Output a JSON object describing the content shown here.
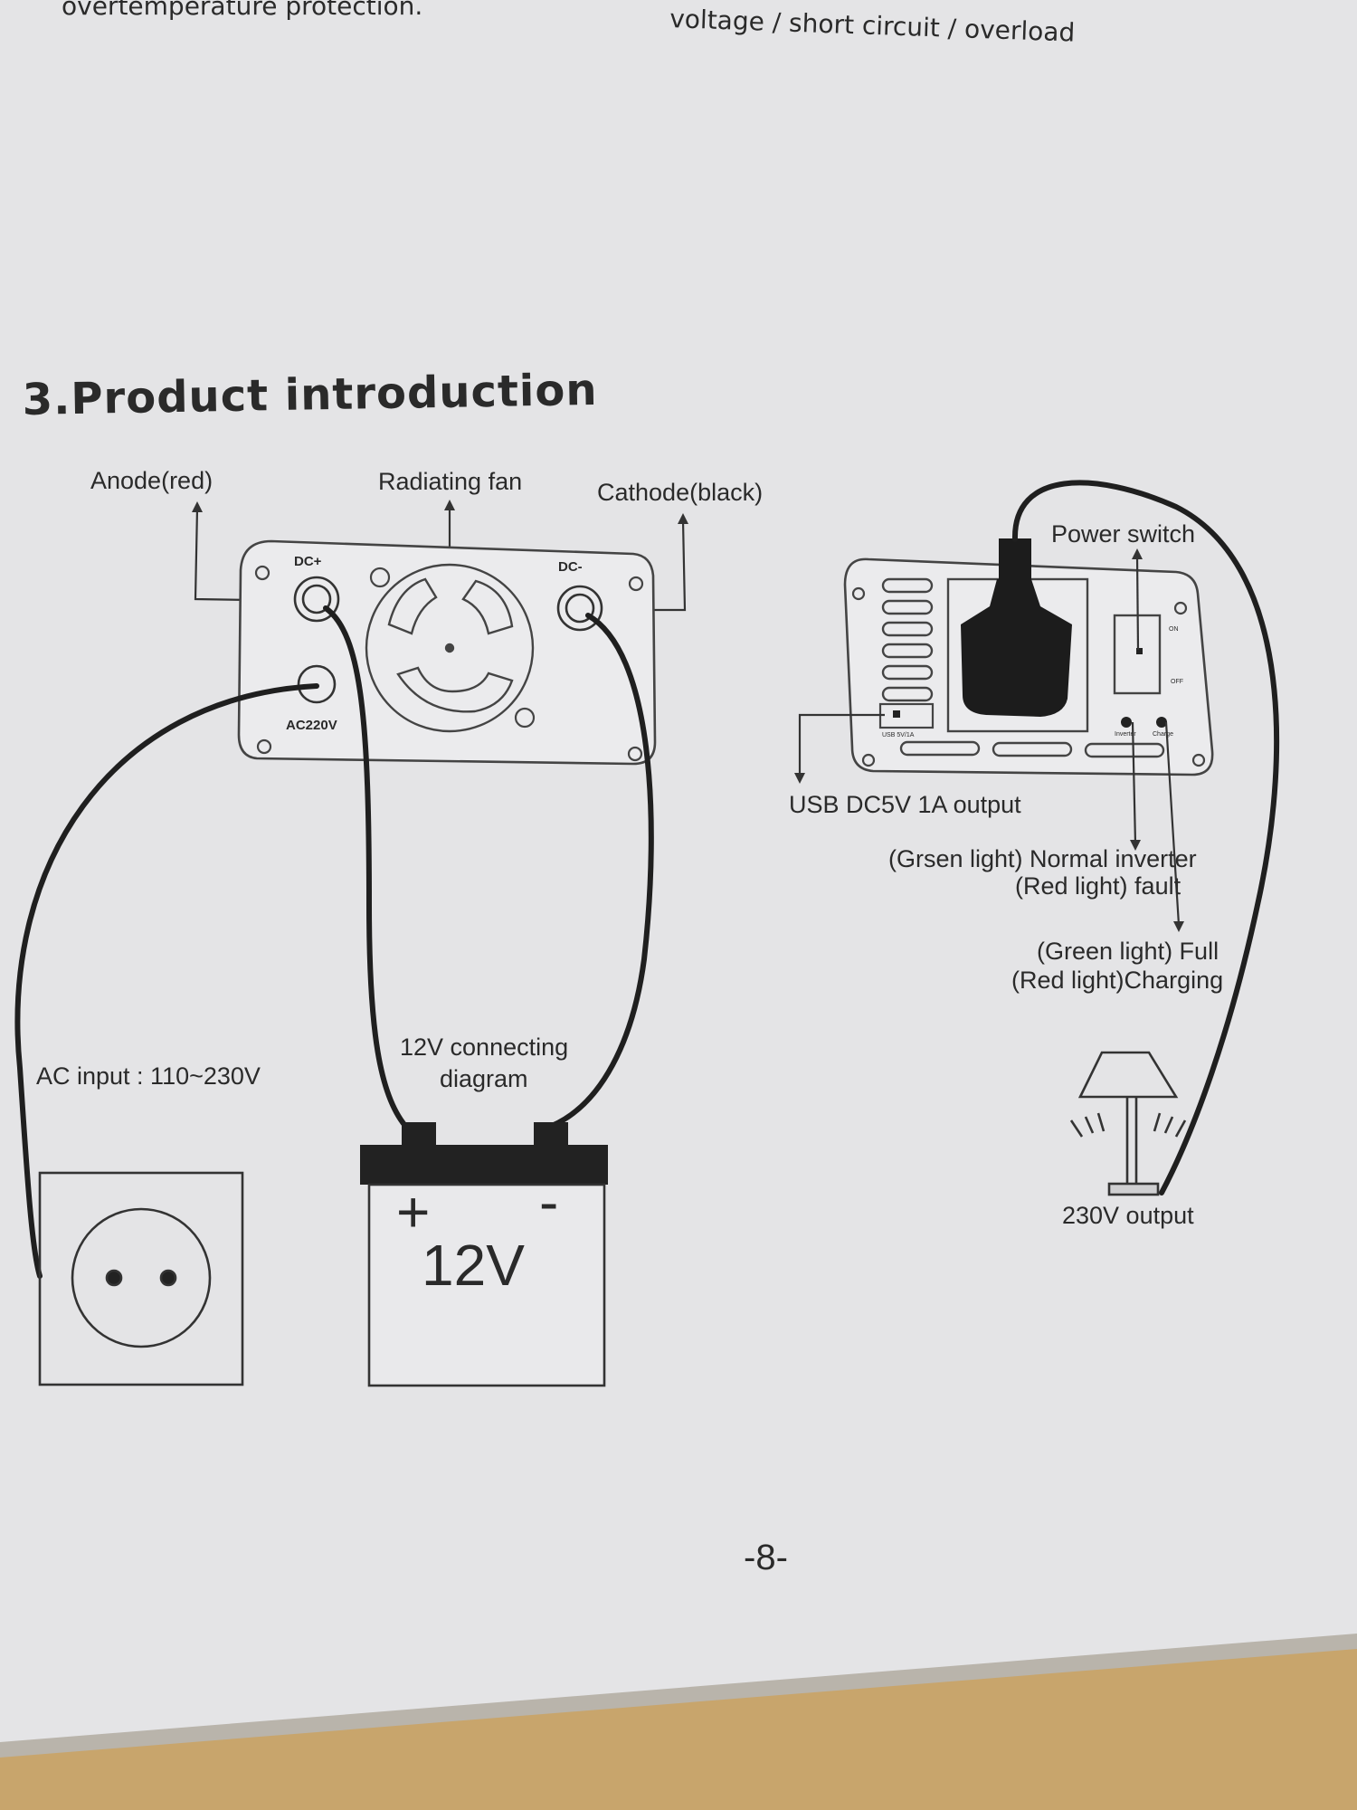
{
  "page": {
    "top_left_text": "overtemperature protection.",
    "top_right_text": "voltage / short circuit / overload",
    "section_title": "3.Product introduction",
    "page_number": "-8-"
  },
  "left_diagram": {
    "anode_label": "Anode(red)",
    "fan_label": "Radiating fan",
    "cathode_label": "Cathode(black)",
    "dc_plus_label": "DC+",
    "dc_minus_label": "DC-",
    "ac_port_label": "AC220V",
    "ac_input_label": "AC input : 110~230V",
    "connect_label_line1": "12V connecting",
    "connect_label_line2": "diagram",
    "battery_plus": "+",
    "battery_minus": "-",
    "battery_voltage": "12V"
  },
  "right_diagram": {
    "power_switch_label": "Power switch",
    "switch_on": "ON",
    "switch_off": "OFF",
    "usb_port_text": "USB 5V/1A",
    "indicator_inverter_text": "Inverter",
    "indicator_charge_text": "Charge",
    "usb_label": "USB DC5V 1A output",
    "green_normal_label": "(Grsen light) Normal inverter",
    "red_fault_label": "(Red light) fault",
    "green_full_label": "(Green light) Full",
    "red_charging_label": "(Red light)Charging",
    "output_label": "230V output"
  }
}
